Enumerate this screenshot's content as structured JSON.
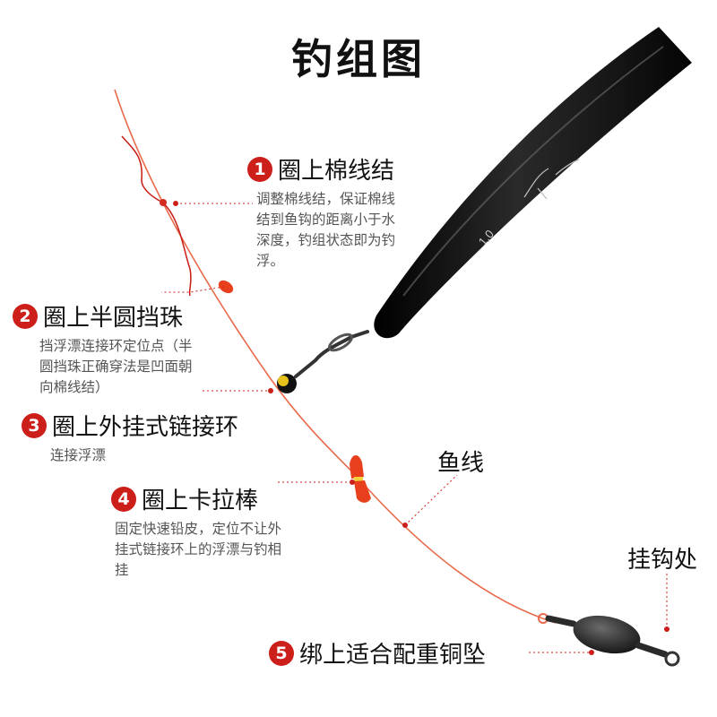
{
  "title": "钓组图",
  "colors": {
    "accent": "#cc1f1a",
    "line": "#e86a4a",
    "float_body": "#0d0d0d",
    "bead": "#e8401c",
    "weight": "#222222"
  },
  "float_marking": "1.0",
  "steps": [
    {
      "num": "1",
      "title": "圈上棉线结",
      "desc": [
        "调整棉线结，保证棉线",
        "结到鱼钩的距离小于水",
        "深度，钓组状态即为钓",
        "浮。"
      ]
    },
    {
      "num": "2",
      "title": "圈上半圆挡珠",
      "desc": [
        "挡浮漂连接环定位点（半",
        "圆挡珠正确穿法是凹面朝",
        "向棉线结）"
      ]
    },
    {
      "num": "3",
      "title": "圈上外挂式链接环",
      "desc": [
        "连接浮漂"
      ]
    },
    {
      "num": "4",
      "title": "圈上卡拉棒",
      "desc": [
        "固定快速铅皮，定位不让外",
        "挂式链接环上的浮漂与钓相",
        "挂"
      ]
    },
    {
      "num": "5",
      "title": "绑上适合配重铜坠",
      "desc": []
    }
  ],
  "labels": {
    "fishing_line": "鱼线",
    "hook_point": "挂钩处"
  }
}
